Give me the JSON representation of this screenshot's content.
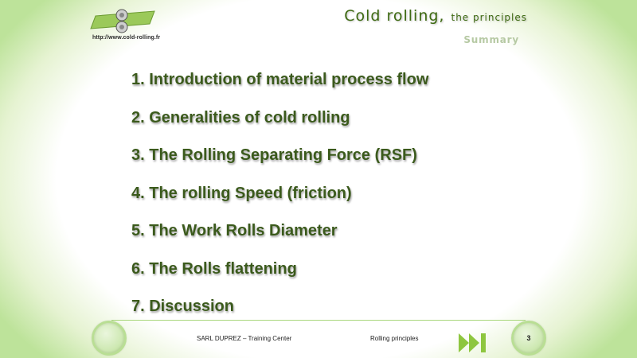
{
  "header": {
    "logo_url": "http://www.cold-rolling.fr",
    "title_main": "Cold rolling,",
    "title_sub": "the principles",
    "section": "Summary"
  },
  "toc": {
    "items": [
      "1. Introduction of material process flow",
      "2. Generalities of cold rolling",
      "3. The Rolling Separating Force (RSF)",
      "4. The rolling Speed (friction)",
      "5. The Work Rolls Diameter",
      "6. The Rolls flattening",
      "7. Discussion"
    ]
  },
  "footer": {
    "company": "SARL DUPREZ – Training Center",
    "topic": "Rolling principles",
    "page_number": "3"
  },
  "colors": {
    "accent_green": "#8ec63f",
    "text_green": "#3b5a1c",
    "light_green": "#b9de94"
  },
  "icons": {
    "logo": "cold-rolling-logo-icon",
    "next": "fast-forward-icon"
  }
}
